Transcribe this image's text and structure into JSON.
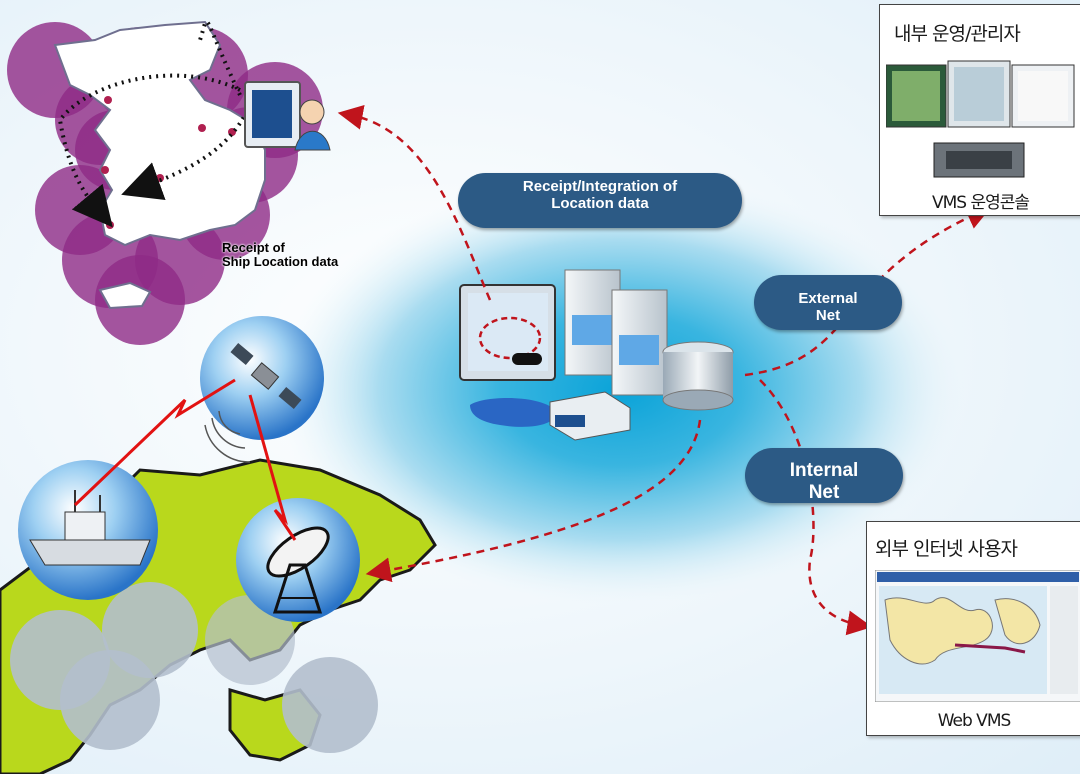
{
  "labels": {
    "receipt_integration": [
      "Receipt/Integration of",
      "Location data"
    ],
    "external_net": [
      "External",
      "Net"
    ],
    "internal_net": [
      "Internal",
      "Net"
    ],
    "ship_location": [
      "Receipt of",
      "Ship Location data"
    ]
  },
  "panels": {
    "internal_operator": {
      "title": "내부 운영/관리자",
      "caption": "VMS 운영콘솔"
    },
    "external_user": {
      "title": "외부 인터넷 사용자",
      "caption": "Web VMS"
    }
  },
  "colors": {
    "pill": "#2c5a85",
    "arrow": "#c0141c",
    "coverage": "#8e2a86",
    "land": "#b9d81c"
  }
}
